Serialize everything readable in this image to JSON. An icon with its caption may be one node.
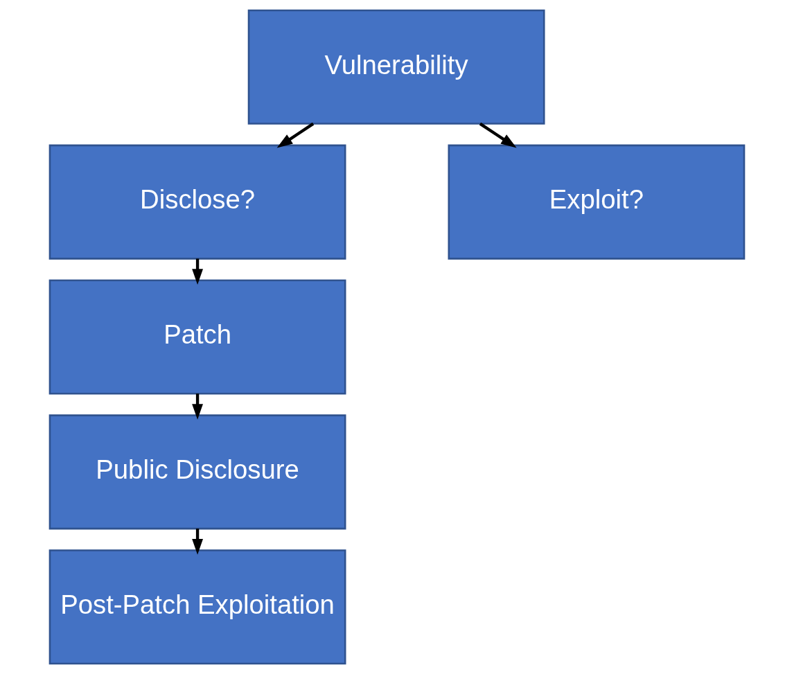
{
  "diagram": {
    "nodes": [
      {
        "text": [
          "Vulnerability"
        ]
      },
      {
        "text": [
          "Disclose?"
        ]
      },
      {
        "text": [
          "Exploit?"
        ]
      },
      {
        "text": [
          "Patch"
        ]
      },
      {
        "text": [
          "Public Disclosure"
        ]
      },
      {
        "text": [
          "Post-Patch Exploitation"
        ]
      }
    ],
    "edges": [
      {
        "from": 0,
        "to": 1,
        "arrow": "to"
      },
      {
        "from": 0,
        "to": 2,
        "arrow": "to"
      },
      {
        "from": 1,
        "to": 3,
        "arrow": "to"
      },
      {
        "from": 3,
        "to": 4,
        "arrow": "to"
      },
      {
        "from": 4,
        "to": 5,
        "arrow": "to"
      }
    ]
  }
}
